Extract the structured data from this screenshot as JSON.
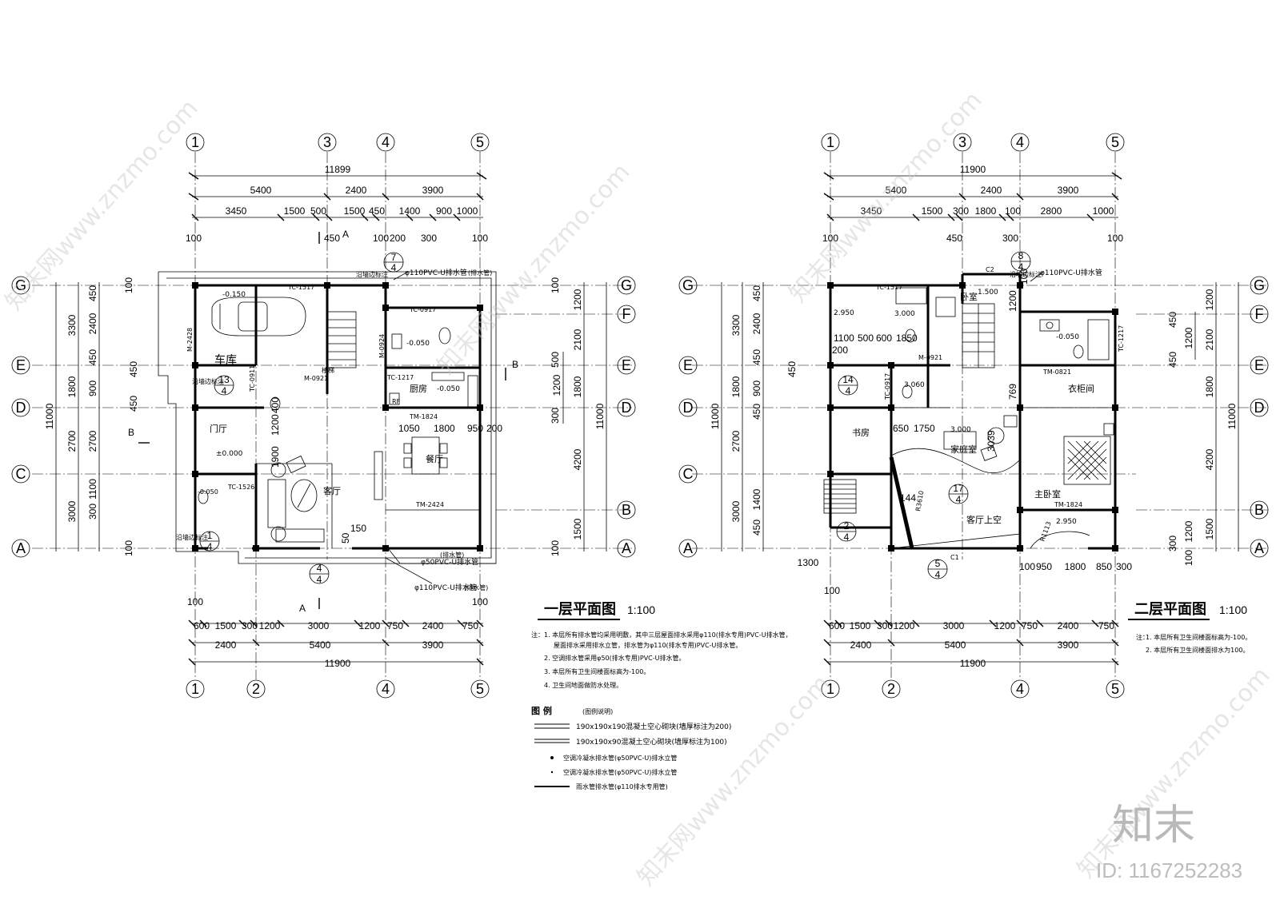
{
  "plans": [
    {
      "id": "floor1",
      "title": "一层平面图",
      "scale": "1:100",
      "axes_top": [
        "1",
        "3",
        "4",
        "5"
      ],
      "axes_bottom": [
        "1",
        "2",
        "4",
        "5"
      ],
      "axes_left": [
        "G",
        "E",
        "D",
        "C",
        "A"
      ],
      "axes_right": [
        "G",
        "F",
        "E",
        "D",
        "B",
        "A"
      ],
      "top_total": "11899",
      "top_dims": [
        "5400",
        "2400",
        "3900"
      ],
      "top_sub": [
        "3450",
        "1500",
        "500",
        "1500",
        "450",
        "1400",
        "900",
        "1000"
      ],
      "top_small": [
        "100",
        "450",
        "100",
        "200",
        "300",
        "100"
      ],
      "bottom_sub": [
        "600",
        "1500",
        "300",
        "1200",
        "3000",
        "1200",
        "750",
        "2400",
        "750"
      ],
      "bottom_dims": [
        "2400",
        "5400",
        "3900"
      ],
      "bottom_total": "11900",
      "bottom_small": [
        "100",
        "100"
      ],
      "left_total": "11000",
      "left_dims": [
        "3300",
        "1800",
        "2700",
        "3000"
      ],
      "left_sub": [
        "2400",
        "450",
        "900",
        "2700",
        "1100",
        "300"
      ],
      "left_small": [
        "450",
        "100",
        "450",
        "450",
        "100"
      ],
      "right_total": "11000",
      "right_dims": [
        "1200",
        "2100",
        "1200",
        "1800",
        "4200",
        "1500"
      ],
      "right_small": [
        "100",
        "500",
        "300",
        "100"
      ],
      "rooms": [
        "车库",
        "门厅",
        "客厅",
        "餐厅",
        "厨房"
      ],
      "labels": [
        "-0.150",
        "TC-1517",
        "TC-0917",
        "TC-1217",
        "TC-0911",
        "TC-1526",
        "TM-1824",
        "TM-2424",
        "M-2428",
        "M-0921",
        "M-0924",
        "-0.050",
        "±0.000",
        "-0.050",
        "-0.050",
        "RF",
        "1050",
        "1800",
        "950",
        "200",
        "1200",
        "400",
        "1900",
        "150",
        "50",
        "楼梯",
        "沿墙边标注",
        "沿墙边标注",
        "沿墙边标注"
      ],
      "pipe_notes": [
        "φ110PVC-U排水管",
        "(排水管)",
        "φ50PVC-U排水管",
        "(排水管)",
        "φ110PVC-U排水管",
        "(排水管)"
      ],
      "section_marks": [
        "A",
        "A",
        "B",
        "B"
      ],
      "details": [
        {
          "n": "7",
          "d": "4"
        },
        {
          "n": "13",
          "d": "4"
        },
        {
          "n": "1",
          "d": "4"
        },
        {
          "n": "4",
          "d": "4"
        }
      ]
    },
    {
      "id": "floor2",
      "title": "二层平面图",
      "scale": "1:100",
      "axes_top": [
        "1",
        "3",
        "4",
        "5"
      ],
      "axes_bottom": [
        "1",
        "2",
        "4",
        "5"
      ],
      "axes_left": [
        "G",
        "E",
        "D",
        "C",
        "A"
      ],
      "axes_right": [
        "G",
        "F",
        "E",
        "D",
        "B",
        "A"
      ],
      "top_total": "11900",
      "top_dims": [
        "5400",
        "2400",
        "3900"
      ],
      "top_sub": [
        "3450",
        "1500",
        "300",
        "1800",
        "100",
        "2800",
        "1000"
      ],
      "top_small": [
        "100",
        "450",
        "300",
        "100"
      ],
      "bottom_sub": [
        "600",
        "1500",
        "300",
        "1200",
        "3000",
        "1200",
        "750",
        "2400",
        "750"
      ],
      "bottom_dims": [
        "2400",
        "5400",
        "3900"
      ],
      "bottom_total": "11900",
      "bottom_small": [
        "100"
      ],
      "left_total": "11000",
      "left_dims": [
        "3300",
        "1800",
        "2700",
        "3000"
      ],
      "left_sub": [
        "2400",
        "450",
        "900",
        "450",
        "1400",
        "450",
        "1300"
      ],
      "left_small": [
        "450",
        "450"
      ],
      "right_total": "11000",
      "right_dims": [
        "1200",
        "2100",
        "1200",
        "1800",
        "4200",
        "1500"
      ],
      "right_small": [
        "450",
        "450",
        "300",
        "100"
      ],
      "rooms": [
        "卧室",
        "书房",
        "家庭室",
        "衣柜间",
        "主卧室",
        "客厅上空"
      ],
      "labels": [
        "2.950",
        "3.000",
        "1100",
        "500",
        "600",
        "1850",
        "200",
        "3.000",
        "3.060",
        "-0.050",
        "1.500",
        "C2",
        "1200",
        "100",
        "TC-1517",
        "TC-1217",
        "TM-0821",
        "TM-1824",
        "M-0921",
        "TC-0917",
        "R3610",
        "144",
        "650",
        "1750",
        "3039",
        "769",
        "2.950",
        "R1113",
        "C1",
        "100",
        "950",
        "1800",
        "850",
        "300",
        "沿墙边标注"
      ],
      "pipe_notes": [
        "φ110PVC-U排水管"
      ],
      "details": [
        {
          "n": "8",
          "d": "4"
        },
        {
          "n": "14",
          "d": "4"
        },
        {
          "n": "17",
          "d": "4"
        },
        {
          "n": "2",
          "d": "4"
        },
        {
          "n": "5",
          "d": "4"
        }
      ]
    }
  ],
  "notes1": {
    "head": "注：",
    "items": [
      "1. 本层所有排水管均采用明敷，其中三层屋面排水采用φ110(排水专用)PVC-U排水管，",
      "屋面排水采用排水立管，排水管为φ110(排水专用)PVC-U排水管。",
      "2. 空调排水管采用φ50(排水专用)PVC-U排水管。",
      "3. 本层所有卫生间楼面标高为-100。",
      "4. 卫生间地面做防水处理。"
    ]
  },
  "legend": {
    "title": "图    例",
    "subtitle": "(图例说明)",
    "items": [
      "190x190x190混凝土空心砌块(墙厚标注为200)",
      "190x190x90混凝土空心砌块(墙厚标注为100)",
      "空调冷凝水排水管(φ50PVC-U)排水立管",
      "空调冷凝水排水管(φ50PVC-U)排水立管",
      "雨水管排水管(φ110排水专用管)"
    ]
  },
  "notes2": {
    "head": "注：",
    "items": [
      "1. 本层所有卫生间楼面标高为-100。",
      "2. 本层所有卫生间楼面排水为100。"
    ]
  },
  "watermark": {
    "text": "知末网www.znzmo.com",
    "logo": "知末",
    "id_text": "ID: 1167252283"
  }
}
